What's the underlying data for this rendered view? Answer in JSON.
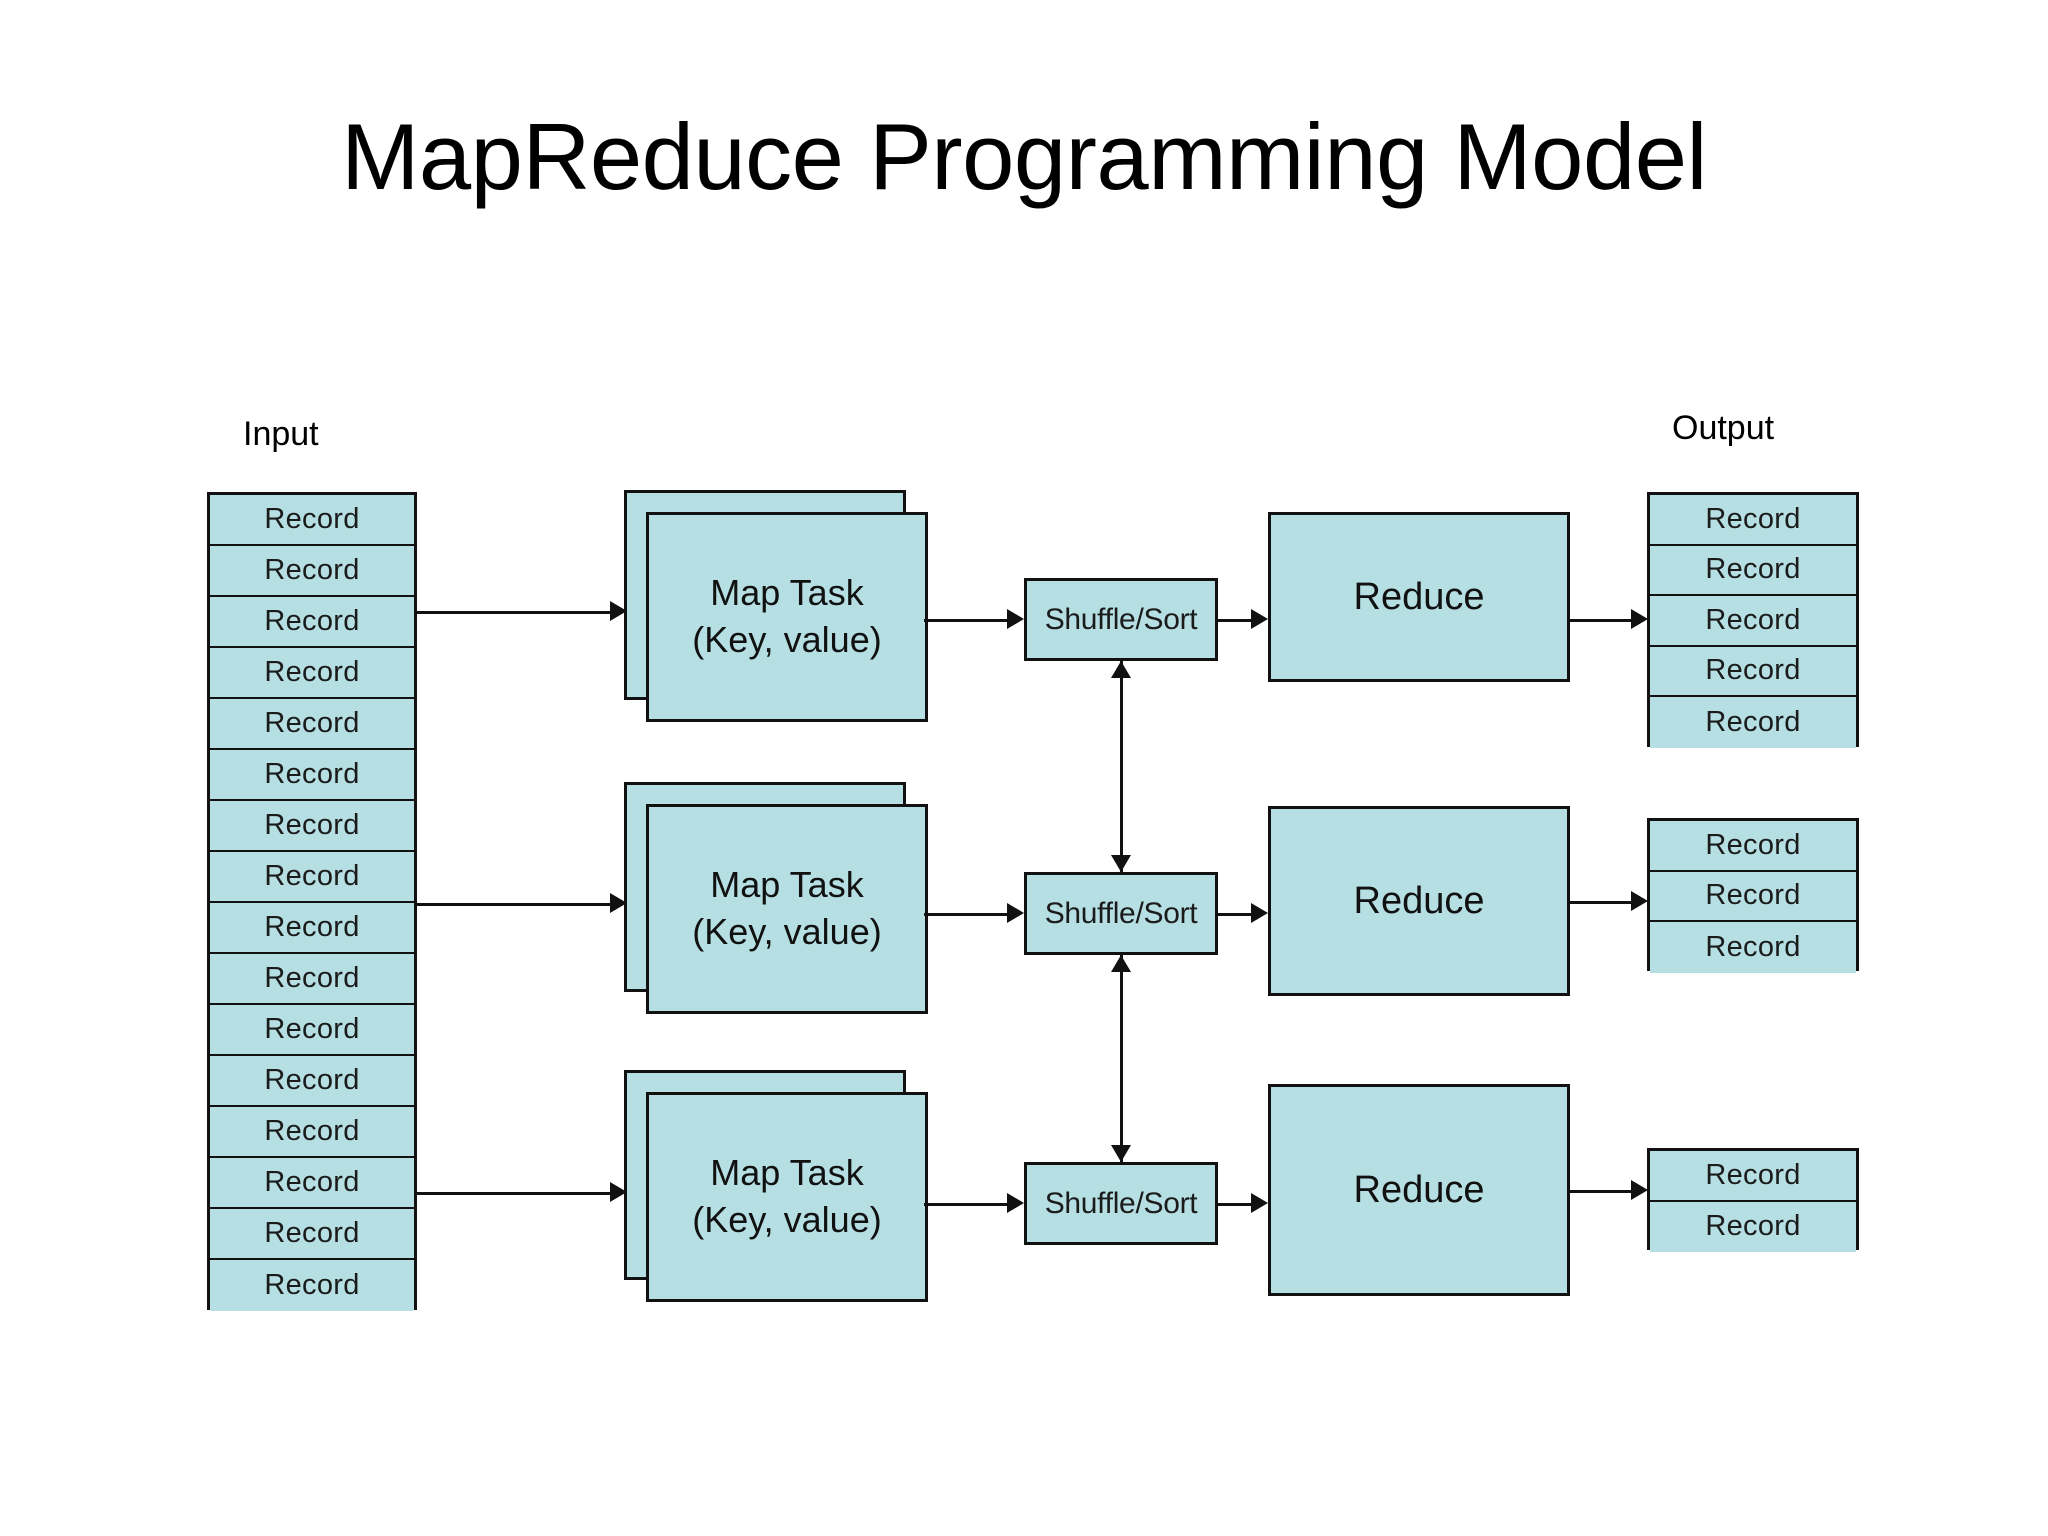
{
  "slide": {
    "title": "MapReduce Programming Model",
    "background_color": "#FFFFFF",
    "box_fill_color": "#B5DFE3",
    "box_border_color": "#111111"
  },
  "captions": {
    "input": "Input",
    "output": "Output"
  },
  "input_stack": {
    "label": "Input",
    "record_label": "Record",
    "record_count": 16,
    "records": [
      "Record",
      "Record",
      "Record",
      "Record",
      "Record",
      "Record",
      "Record",
      "Record",
      "Record",
      "Record",
      "Record",
      "Record",
      "Record",
      "Record",
      "Record",
      "Record"
    ]
  },
  "map_tasks": [
    {
      "line1": "Map Task",
      "line2": "(Key, value)"
    },
    {
      "line1": "Map Task",
      "line2": "(Key, value)"
    },
    {
      "line1": "Map Task",
      "line2": "(Key, value)"
    }
  ],
  "shuffle_stages": [
    {
      "label": "Shuffle/Sort"
    },
    {
      "label": "Shuffle/Sort"
    },
    {
      "label": "Shuffle/Sort"
    }
  ],
  "reduce_tasks": [
    {
      "label": "Reduce"
    },
    {
      "label": "Reduce"
    },
    {
      "label": "Reduce"
    }
  ],
  "output_stacks": [
    {
      "record_count": 5,
      "records": [
        "Record",
        "Record",
        "Record",
        "Record",
        "Record"
      ]
    },
    {
      "record_count": 3,
      "records": [
        "Record",
        "Record",
        "Record"
      ]
    },
    {
      "record_count": 2,
      "records": [
        "Record",
        "Record"
      ]
    }
  ]
}
